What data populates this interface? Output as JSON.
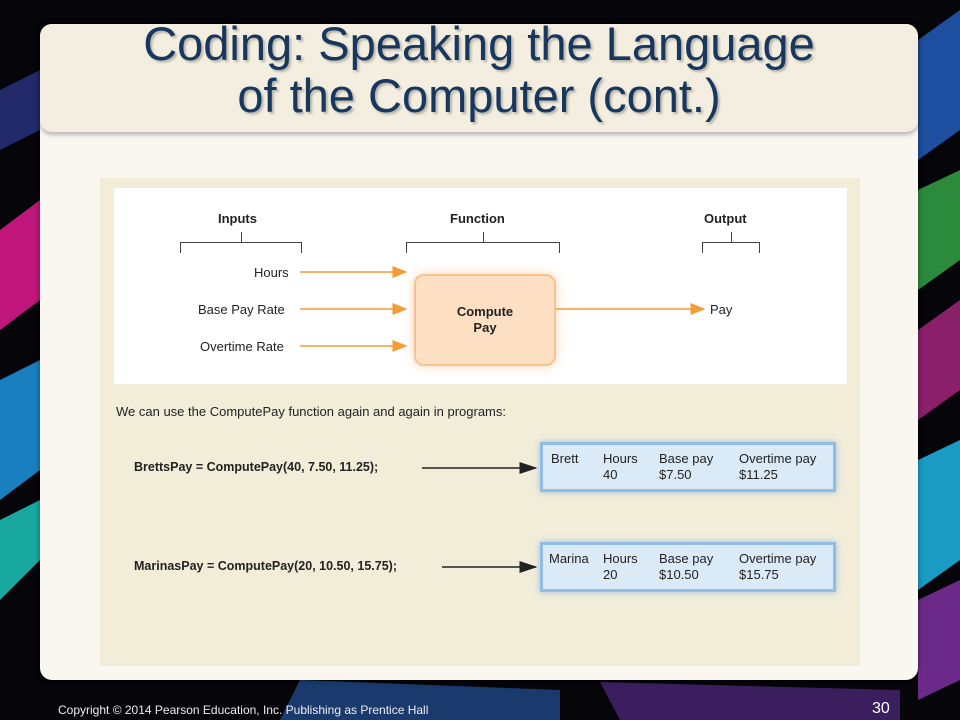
{
  "slide": {
    "title": "Coding: Speaking the Language\nof the Computer (cont.)",
    "footer": "Copyright © 2014 Pearson Education, Inc. Publishing as Prentice Hall",
    "page_number": "30"
  },
  "diagram": {
    "headers": {
      "inputs": "Inputs",
      "function": "Function",
      "output": "Output"
    },
    "inputs": [
      "Hours",
      "Base Pay Rate",
      "Overtime Rate"
    ],
    "function_label": [
      "Compute",
      "Pay"
    ],
    "output": "Pay"
  },
  "examples": {
    "intro": "We can use the ComputePay function again and again in programs:",
    "calls": [
      {
        "code": "BrettsPay = ComputePay(40, 7.50, 11.25);",
        "name": "Brett",
        "hours_label": "Hours",
        "hours": "40",
        "base_label": "Base pay",
        "base": "$7.50",
        "overtime_label": "Overtime pay",
        "overtime": "$11.25"
      },
      {
        "code": "MarinasPay = ComputePay(20, 10.50, 15.75);",
        "name": "Marina",
        "hours_label": "Hours",
        "hours": "20",
        "base_label": "Base pay",
        "base": "$10.50",
        "overtime_label": "Overtime pay",
        "overtime": "$15.75"
      }
    ]
  },
  "colors": {
    "title": "#17375e",
    "arrow_orange": "#f59a35",
    "result_border": "#8fbde6"
  }
}
